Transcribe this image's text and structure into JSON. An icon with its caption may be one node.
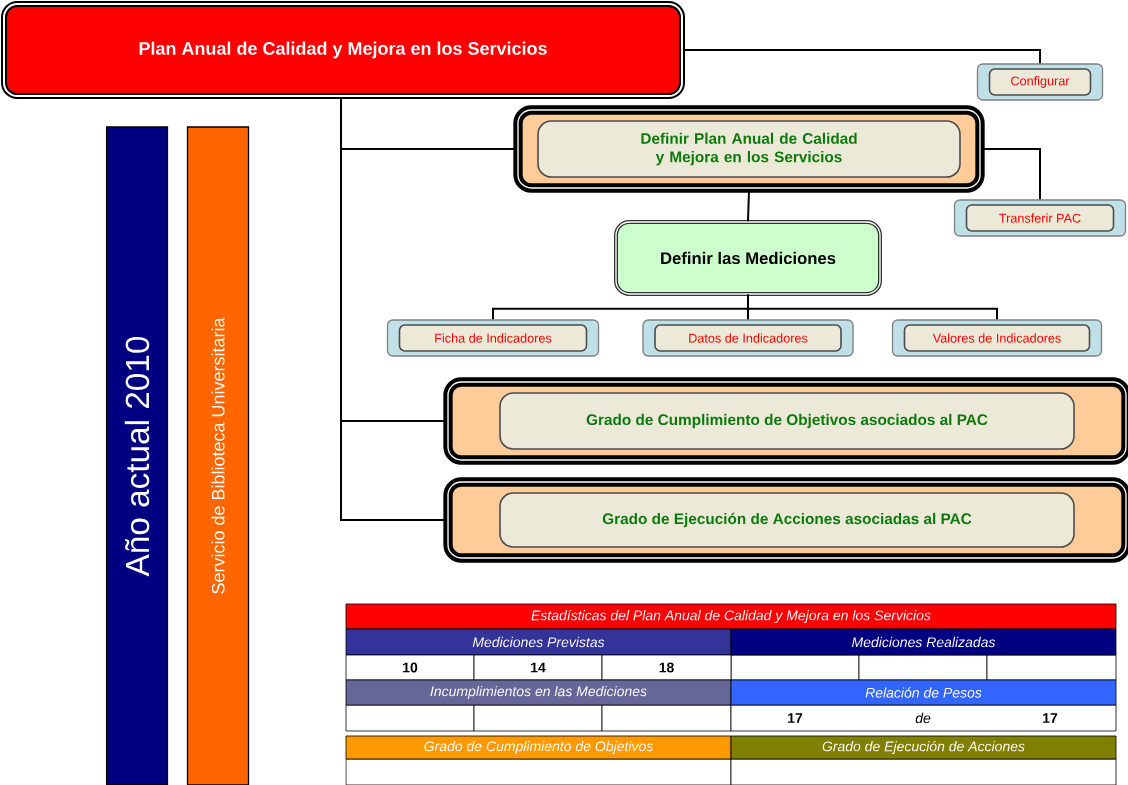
{
  "diagram": {
    "nodes": [
      {
        "text": [
          "Plan Anual de Calidad y Mejora en los Servicios"
        ]
      },
      {
        "text": [
          "Configurar"
        ]
      },
      {
        "text": [
          "Definir Plan Anual de Calidad y Mejora en los Servicios"
        ]
      },
      {
        "text": [
          "Transferir PAC"
        ]
      },
      {
        "text": [
          "Definir las Mediciones"
        ]
      },
      {
        "text": [
          "Ficha de Indicadores"
        ]
      },
      {
        "text": [
          "Datos de Indicadores"
        ]
      },
      {
        "text": [
          "Valores de Indicadores"
        ]
      },
      {
        "text": [
          "Grado de Cumplimiento de Objetivos asociados al PAC"
        ]
      },
      {
        "text": [
          "Grado de Ejecución de Acciones asociadas al PAC"
        ]
      },
      {
        "text": [
          "Año actual 2010"
        ]
      },
      {
        "text": [
          "Servicio de Biblioteca Universitaria"
        ]
      }
    ],
    "edges": [
      {
        "from": 0,
        "to": 1,
        "arrow": "none"
      },
      {
        "from": 0,
        "to": 2,
        "arrow": "none"
      },
      {
        "from": 2,
        "to": 3,
        "arrow": "none"
      },
      {
        "from": 2,
        "to": 4,
        "arrow": "none"
      },
      {
        "from": 4,
        "to": 5,
        "arrow": "none"
      },
      {
        "from": 4,
        "to": 6,
        "arrow": "none"
      },
      {
        "from": 4,
        "to": 7,
        "arrow": "none"
      },
      {
        "from": 0,
        "to": 8,
        "arrow": "none"
      },
      {
        "from": 0,
        "to": 9,
        "arrow": "none"
      }
    ],
    "labels": [
      "Estadísticas del Plan Anual de Calidad y Mejora en los Servicios",
      "Mediciones Previstas",
      "Mediciones Realizadas",
      "10",
      "14",
      "18",
      "Incumplimientos en las Mediciones",
      "Relación de Pesos",
      "17",
      "de",
      "17",
      "Grado de Cumplimiento de Objetivos",
      "Grado de Ejecución de Acciones"
    ]
  }
}
